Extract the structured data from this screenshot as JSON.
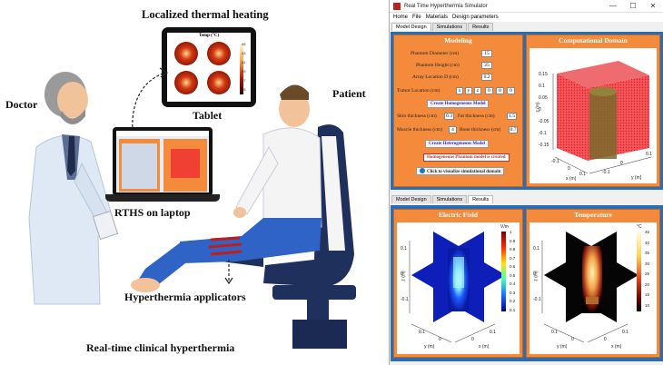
{
  "illustration": {
    "heading": "Localized thermal heating",
    "doctor": "Doctor",
    "patient": "Patient",
    "tablet": "Tablet",
    "laptop": "RTHS on laptop",
    "applicators": "Hyperthermia applicators",
    "footer": "Real-time clinical hyperthermia",
    "tablet_plot_title": "Temp (°C)",
    "tablet_ticks": [
      "45",
      "43",
      "41",
      "39",
      "37",
      "35"
    ]
  },
  "app": {
    "window_title": "Real Time Hyperthermia Simulator",
    "window_controls": [
      "—",
      "☐",
      "✕"
    ],
    "menu": [
      "Home",
      "File",
      "Materials",
      "Design parameters"
    ],
    "tabs": [
      "Model Design",
      "Simulations",
      "Results"
    ],
    "modeling": {
      "title": "Modeling",
      "phantom_diameter_label": "Phantom Diameter (cm)",
      "phantom_diameter": "15",
      "phantom_height_label": "Phantom Height (cm)",
      "phantom_height": "25",
      "array_location_label": "Array Location D (cm)",
      "array_location": "0.2",
      "tumor_location_label": "Tumor Location (cm)",
      "tumor_axes": [
        "x",
        "y",
        "z"
      ],
      "tumor_values": [
        "0",
        "0",
        "0"
      ],
      "create_homogeneous_btn": "Create Homogeneous Model",
      "skin_label": "Skin thickness (cm)",
      "skin": "0.3",
      "fat_label": "Fat thickness (cm)",
      "fat": "1.5",
      "muscle_label": "Muscle thickness (cm)",
      "muscle": "4",
      "bone_label": "Bone thickness (cm)",
      "bone": "0.7",
      "create_heterogeneous_btn": "Create Heterogeneous Model",
      "status": "Homogeneous Phantom model is created",
      "visualize_btn": "Click to visualize simulational domain"
    },
    "computational_domain": {
      "title": "Computational Domain",
      "z_ticks": [
        "0.15",
        "0.1",
        "0.05",
        "0",
        "-0.05",
        "-0.1",
        "-0.15"
      ],
      "x_ticks": [
        "-0.1",
        "0",
        "0.1"
      ],
      "y_ticks": [
        "0.1",
        "0",
        "-0.1"
      ],
      "z_label": "z (m)",
      "x_label": "x (m)",
      "y_label": "y (m)"
    },
    "tabs2": [
      "Model Design",
      "Simulations",
      "Results"
    ],
    "electric_field": {
      "title": "Electric Field",
      "unit": "V/m",
      "ticks": [
        "1",
        "0.9",
        "0.8",
        "0.7",
        "0.6",
        "0.5",
        "0.4",
        "0.3",
        "0.2",
        "0.1"
      ],
      "z_ticks": [
        "0.1",
        "0",
        "-0.1"
      ],
      "x_label": "x (m)",
      "y_label": "y (m)",
      "z_label": "z (m)",
      "x_ticks": [
        "0",
        "0.1"
      ],
      "y_ticks": [
        "0.1",
        "0"
      ]
    },
    "temperature": {
      "title": "Temperature",
      "unit": "°C",
      "ticks": [
        "45",
        "40",
        "35",
        "30",
        "25",
        "20",
        "15",
        "10"
      ],
      "z_ticks": [
        "0.1",
        "0",
        "-0.1"
      ],
      "x_label": "x (m)",
      "y_label": "y (m)",
      "z_label": "z (m)",
      "x_ticks": [
        "0",
        "0.1"
      ],
      "y_ticks": [
        "0.1",
        "0"
      ]
    }
  }
}
